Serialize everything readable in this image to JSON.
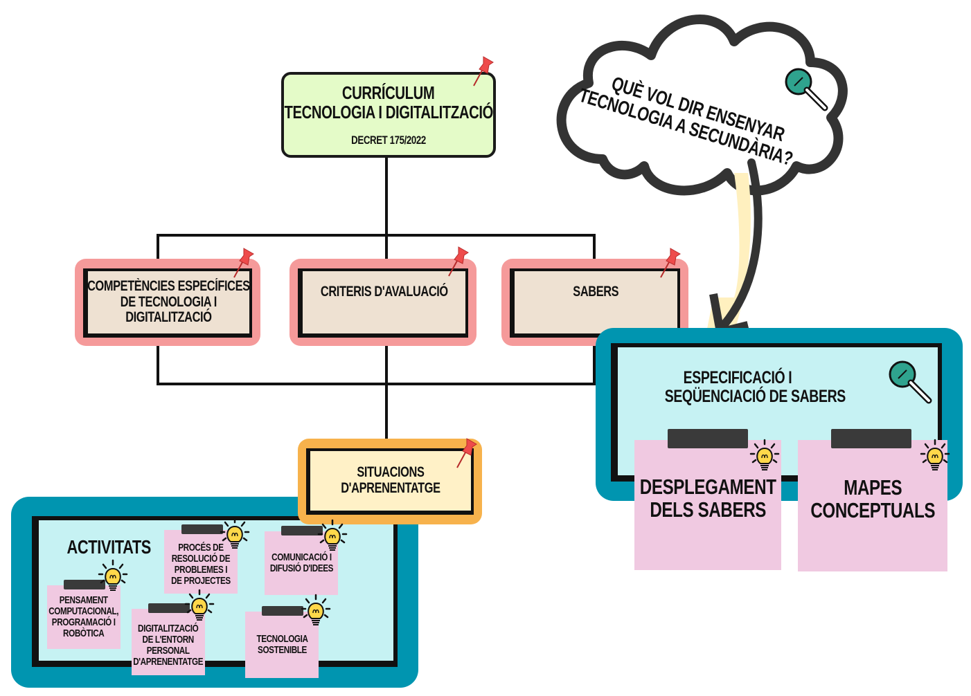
{
  "colors": {
    "title_fill": "#e4fbc8",
    "pink_frame": "#f59a9a",
    "beige_fill": "#eee1d2",
    "orange_frame": "#f7b24c",
    "yellow_fill": "#fff1c7",
    "teal_frame": "#0095b0",
    "cyan_fill": "#c6f2f3",
    "note_fill": "#f0c9e1",
    "ink": "#111111",
    "pin": "#ee4b4b",
    "bulb": "#ffd84a",
    "magnifier": "#2fa38e",
    "arrow_highlight": "#fff0bf"
  },
  "title": {
    "line1": "Currículum",
    "line2": "Tecnologia i Digitalització",
    "decree": "Decret 175/2022"
  },
  "question_cloud": {
    "line1": "Què vol dir ensenyar",
    "line2": "tecnologia a secundària?"
  },
  "branches": [
    {
      "label_lines": [
        "Competències específices",
        "de tecnologia i",
        "digitalització"
      ]
    },
    {
      "label_lines": [
        "Criteris d'avaluació"
      ]
    },
    {
      "label_lines": [
        "Sabers"
      ]
    }
  ],
  "situacions": {
    "line1": "Situacions",
    "line2": "d'aprenentatge"
  },
  "activitats": {
    "heading": "Activitats",
    "notes": [
      {
        "lines": [
          "Pensament",
          "computacional,",
          "programació i",
          "robòtica"
        ]
      },
      {
        "lines": [
          "Procés de",
          "resolució de",
          "problemes i",
          "de projectes"
        ]
      },
      {
        "lines": [
          "Comunicació i",
          "difusió d'idees"
        ]
      },
      {
        "lines": [
          "Digitalització",
          "de l'entorn",
          "personal",
          "d'aprenentatge"
        ]
      },
      {
        "lines": [
          "Tecnologia",
          "sostenible"
        ]
      }
    ]
  },
  "especificacio": {
    "line1": "Especificació i",
    "line2": "seqüenciació de sabers",
    "notes": [
      {
        "lines": [
          "Desplegament",
          "dels sabers"
        ]
      },
      {
        "lines": [
          "Mapes",
          "conceptuals"
        ]
      }
    ]
  }
}
